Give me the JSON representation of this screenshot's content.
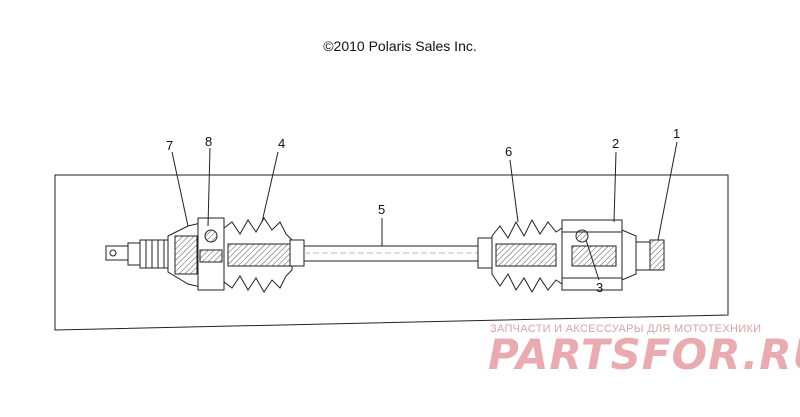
{
  "copyright": "©2010 Polaris Sales Inc.",
  "callouts": [
    {
      "label": "1"
    },
    {
      "label": "2"
    },
    {
      "label": "3"
    },
    {
      "label": "4"
    },
    {
      "label": "5"
    },
    {
      "label": "6"
    },
    {
      "label": "7"
    },
    {
      "label": "8"
    }
  ],
  "watermark": {
    "subtitle": "ЗАПЧАСТИ И АКСЕССУАРЫ ДЛЯ МОТОТЕХНИКИ",
    "brand": "PARTSFOR.RU",
    "color": "#e8a3a8"
  }
}
